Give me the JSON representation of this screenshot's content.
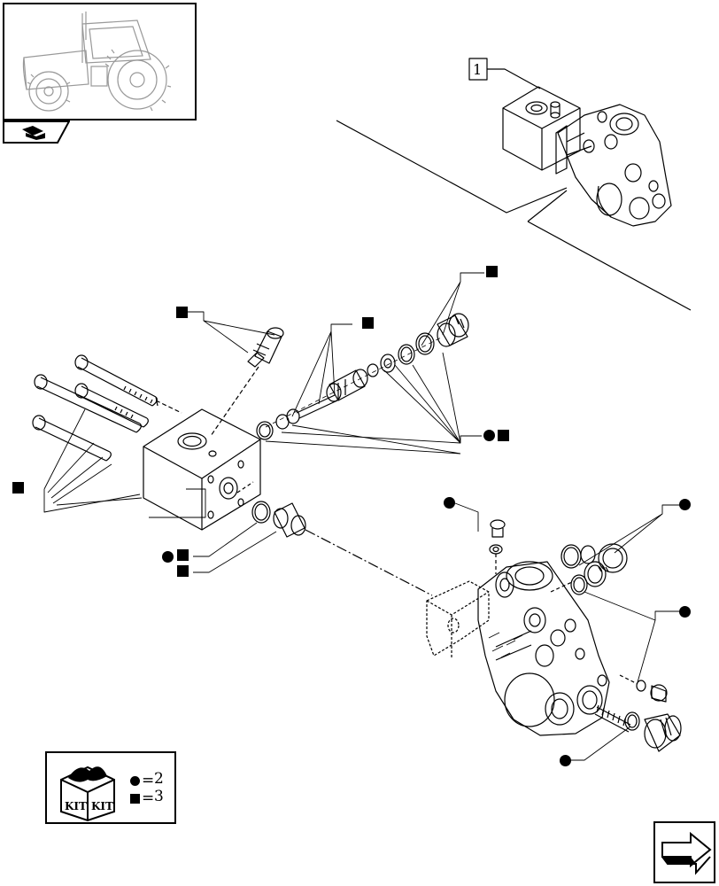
{
  "callout_number": "1",
  "kit_legend": {
    "kit_label": "KIT",
    "circle_qty": "2",
    "square_qty": "3",
    "equals": "="
  },
  "icons": {
    "thumbnail": "tractor-thumbnail-icon",
    "section_tab": "section-page-icon",
    "kit_box": "kit-box-icon",
    "nav": "next-page-arrow-icon"
  }
}
